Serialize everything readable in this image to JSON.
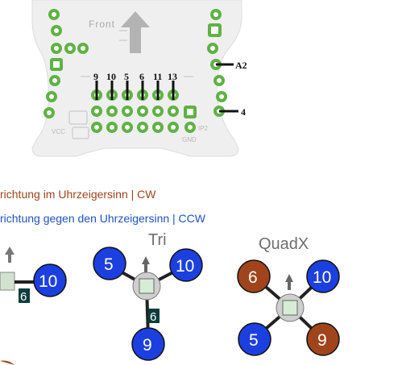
{
  "board": {
    "front_label": "Front",
    "pin_numbers": [
      "9",
      "10",
      "5",
      "6",
      "11",
      "13"
    ],
    "side_labels": {
      "a2": "A2",
      "d4": "4"
    },
    "silk": {
      "vcc": "VCC",
      "gnd": "GND",
      "ip2": "IP2"
    }
  },
  "legend": {
    "cw": "richtung im Uhrzeigersinn | CW",
    "ccw": "richtung gegen den Uhrzeigersinn | CCW"
  },
  "colors": {
    "cw": "#a0441b",
    "ccw": "#1c52c4",
    "pcb": "#efefef",
    "pad": "#5fb244"
  },
  "diagrams": {
    "partial": {
      "motors": [
        "10"
      ],
      "servo": "6"
    },
    "tri": {
      "title": "Tri",
      "motors": [
        "5",
        "10",
        "9"
      ],
      "servo": "6"
    },
    "quadx": {
      "title": "QuadX",
      "motors": [
        "6",
        "10",
        "5",
        "9"
      ]
    }
  }
}
